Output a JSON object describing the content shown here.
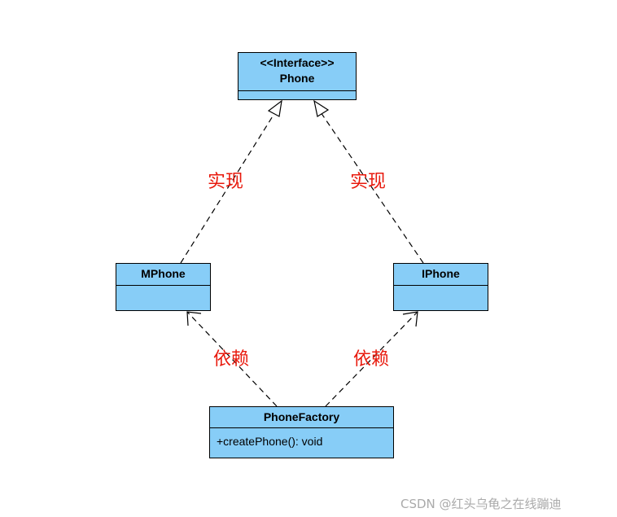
{
  "interface_box": {
    "stereotype": "<<Interface>>",
    "name": "Phone"
  },
  "mphone_box": {
    "name": "MPhone"
  },
  "iphone_box": {
    "name": "IPhone"
  },
  "factory_box": {
    "name": "PhoneFactory",
    "method": "+createPhone(): void"
  },
  "relations": {
    "realize_left": "实现",
    "realize_right": "实现",
    "depend_left": "依赖",
    "depend_right": "依赖"
  },
  "colors": {
    "box_fill": "#87cdf7",
    "label": "#e8190c",
    "line": "#000000"
  },
  "watermark": "CSDN @红头乌龟之在线蹦迪"
}
